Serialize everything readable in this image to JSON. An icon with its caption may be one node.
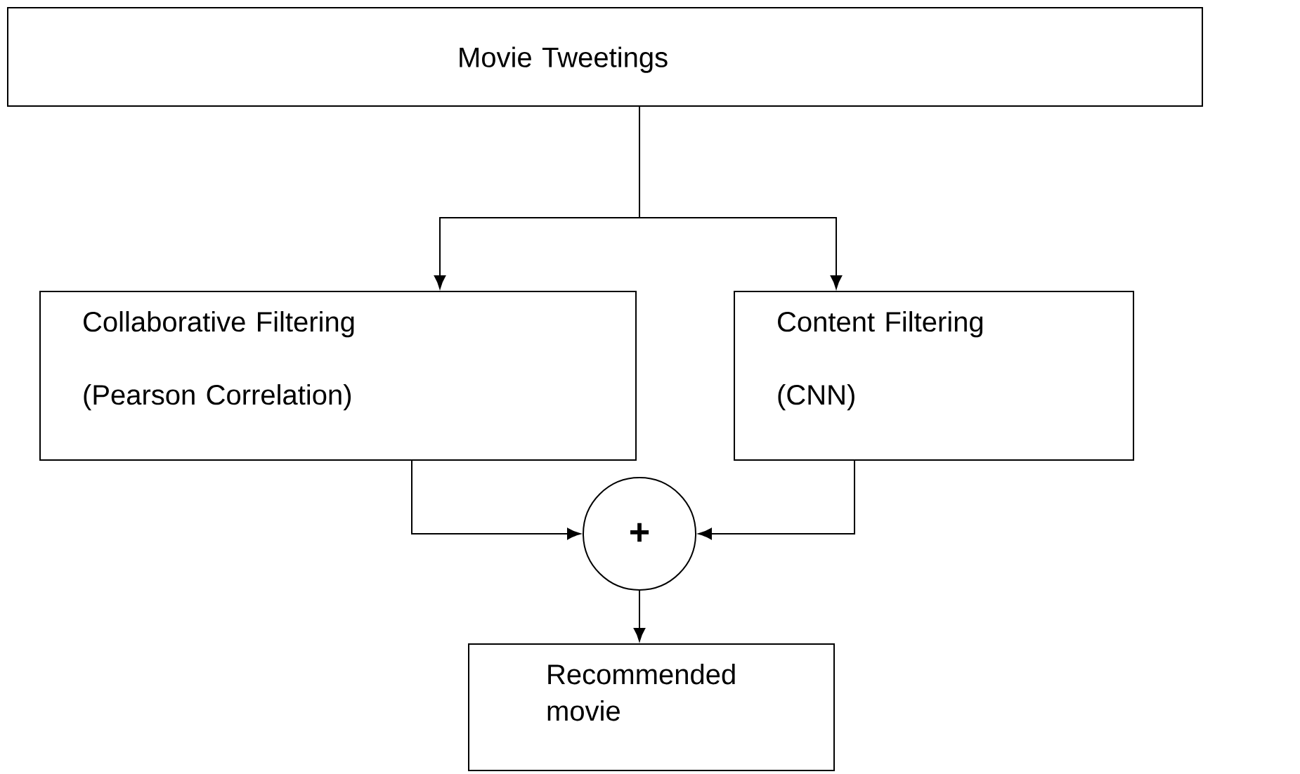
{
  "diagram": {
    "nodes": [
      {
        "text": [
          "Movie Tweetings"
        ]
      },
      {
        "text": [
          "Collaborative Filtering",
          "(Pearson Correlation)"
        ]
      },
      {
        "text": [
          "Content Filtering",
          "(CNN)"
        ]
      },
      {
        "text": [
          "+"
        ]
      },
      {
        "text": [
          "Recommended movie"
        ]
      }
    ],
    "edges": [
      {
        "from": 0,
        "to": 1,
        "arrow": "to"
      },
      {
        "from": 0,
        "to": 2,
        "arrow": "to"
      },
      {
        "from": 1,
        "to": 3,
        "arrow": "to"
      },
      {
        "from": 2,
        "to": 3,
        "arrow": "to"
      },
      {
        "from": 3,
        "to": 4,
        "arrow": "to"
      }
    ]
  }
}
